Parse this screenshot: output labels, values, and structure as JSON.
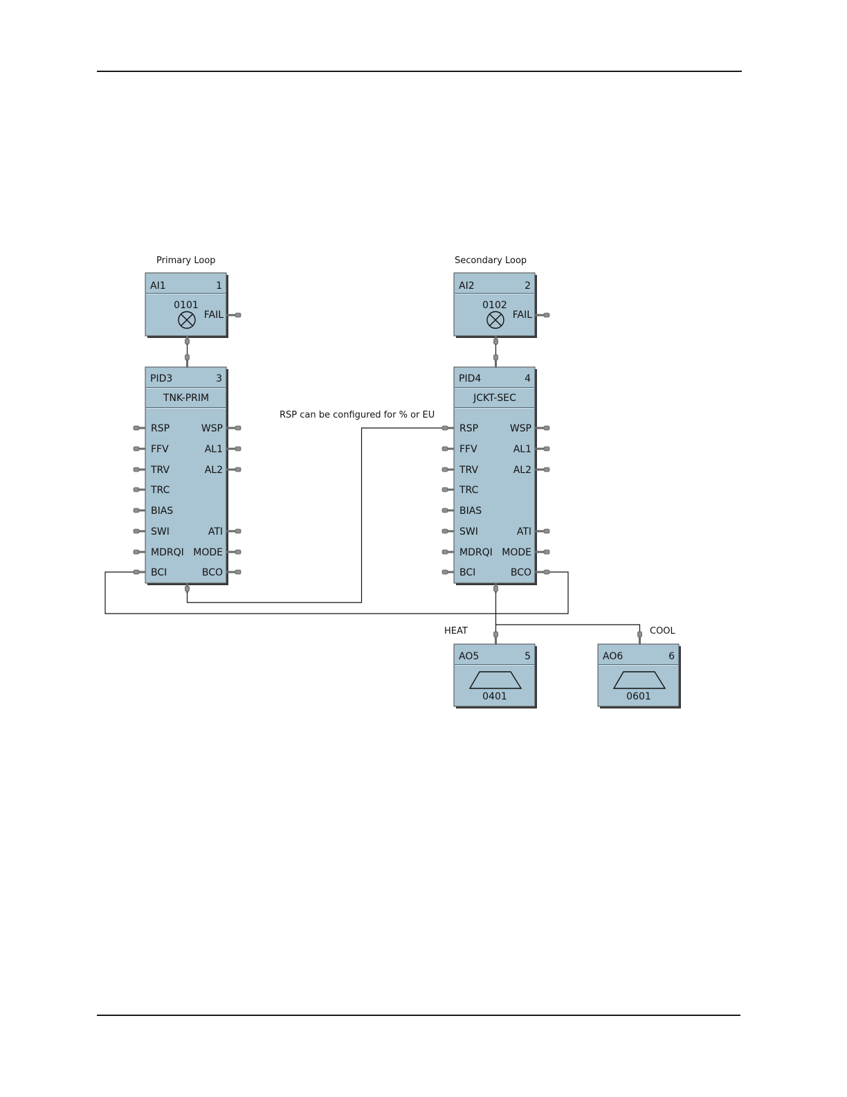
{
  "labels": {
    "primary_loop": "Primary Loop",
    "secondary_loop": "Secondary Loop",
    "rsp_note": "RSP can be configured for % or EU",
    "heat": "HEAT",
    "cool": "COOL"
  },
  "ai1": {
    "name": "AI1",
    "num": "1",
    "channel": "0101",
    "fail": "FAIL"
  },
  "ai2": {
    "name": "AI2",
    "num": "2",
    "channel": "0102",
    "fail": "FAIL"
  },
  "pid3": {
    "name": "PID3",
    "num": "3",
    "tag": "TNK-PRIM",
    "inputs": [
      "RSP",
      "FFV",
      "TRV",
      "TRC",
      "BIAS",
      "SWI",
      "MDRQI",
      "BCI"
    ],
    "outputs": [
      "WSP",
      "AL1",
      "AL2",
      "ATI",
      "MODE",
      "BCO"
    ]
  },
  "pid4": {
    "name": "PID4",
    "num": "4",
    "tag": "JCKT-SEC",
    "inputs": [
      "RSP",
      "FFV",
      "TRV",
      "TRC",
      "BIAS",
      "SWI",
      "MDRQI",
      "BCI"
    ],
    "outputs": [
      "WSP",
      "AL1",
      "AL2",
      "ATI",
      "MODE",
      "BCO"
    ]
  },
  "ao5": {
    "name": "AO5",
    "num": "5",
    "channel": "0401"
  },
  "ao6": {
    "name": "AO6",
    "num": "6",
    "channel": "0601"
  },
  "colors": {
    "block_fill": "#a9c4d2",
    "pin": "#8e8e8e",
    "wire": "#111111"
  }
}
